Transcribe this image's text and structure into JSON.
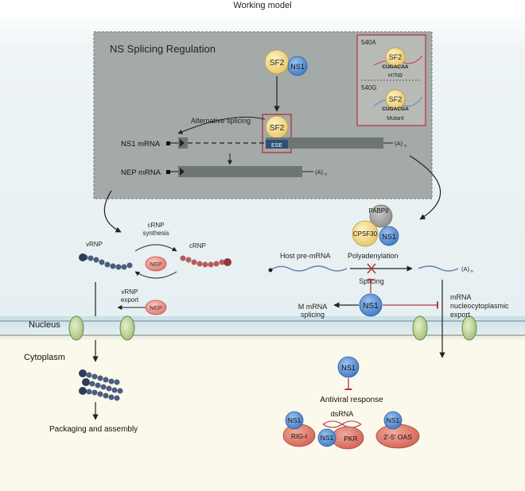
{
  "title": "Working model",
  "ns_box": {
    "title": "NS Splicing Regulation",
    "sf2": "SF2",
    "ns1": "NS1",
    "alt_splicing": "Alternative splicing",
    "ese": "ESE",
    "ns1_mrna": "NS1 mRNA",
    "nep_mrna": "NEP mRNA",
    "polya": "(A)",
    "polya_sub": "n"
  },
  "inset": {
    "a540": {
      "label": "540A",
      "sf2": "SF2",
      "seq": "CUGACAA",
      "strain": "H7N9"
    },
    "g540": {
      "label": "540G",
      "sf2": "SF2",
      "seq": "CUGACGA",
      "strain": "Mutant"
    }
  },
  "left": {
    "vrnp": "vRNP",
    "crnp_synth_1": "cRNP",
    "crnp_synth_2": "synthesis",
    "nep": "NEP",
    "crnp": "cRNP",
    "vrnp_export_1": "vRNP",
    "vrnp_export_2": "export",
    "packaging": "Packaging and assembly"
  },
  "right": {
    "pabpii": "PABPII",
    "cpsf30": "CPSF30",
    "ns1": "NS1",
    "host_pre_mrna": "Host pre-mRNA",
    "polyadenylation": "Polyadenylation",
    "splicing": "Splicing",
    "polya": "(A)",
    "polya_sub": "n",
    "m_mrna_1": "M mRNA",
    "m_mrna_2": "splicing",
    "export_1": "mRNA",
    "export_2": "nucleocytoplasmic",
    "export_3": "export"
  },
  "compartments": {
    "nucleus": "Nucleus",
    "cytoplasm": "Cytoplasm"
  },
  "antiviral": {
    "ns1": "NS1",
    "response": "Antiviral response",
    "rigi": "RIG-I",
    "dsrna": "dsRNA",
    "pkr": "PKR",
    "oas": "2′-5′ OAS"
  },
  "colors": {
    "sf2": "#f3d98a",
    "ns1": "#5b8fd3",
    "nep": "#ec8e86",
    "red_outline": "#b5434e",
    "nucleus_bg": "#eaf1f2",
    "cyto_bg": "#fbf7ea"
  }
}
